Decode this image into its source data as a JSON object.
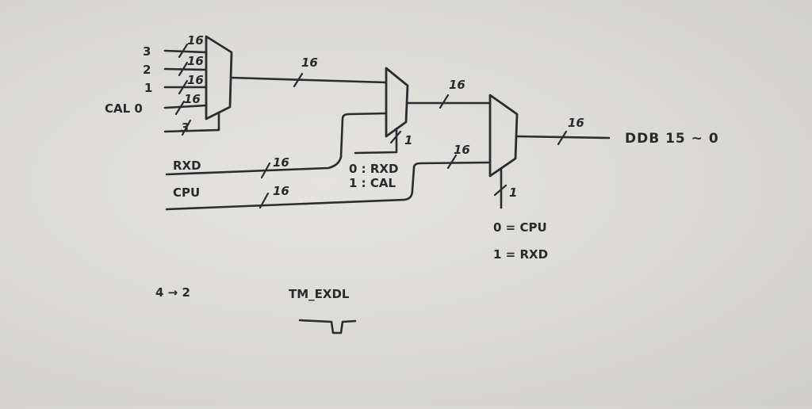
{
  "diagram": {
    "mux1": {
      "inputs": [
        {
          "label": "3",
          "width": "16"
        },
        {
          "label": "2",
          "width": "16"
        },
        {
          "label": "1",
          "width": "16"
        },
        {
          "label": "CAL 0",
          "width": "16"
        }
      ],
      "select_width": "3",
      "output_width": "16"
    },
    "mux2": {
      "select_width": "1",
      "select_legend": [
        "0 : RXD",
        "1 : CAL"
      ],
      "output_width": "16"
    },
    "mux3": {
      "select_width": "1",
      "select_legend": [
        "0 = CPU",
        "1 = RXD"
      ],
      "output_width": "16"
    },
    "signals": {
      "rxd": {
        "label": "RXD",
        "width": "16"
      },
      "cpu": {
        "label": "CPU",
        "width": "16"
      }
    },
    "output_label": "DDB 15 ~ 0",
    "note": "4 → 2",
    "timing": {
      "label": "TM_EXDL"
    }
  }
}
